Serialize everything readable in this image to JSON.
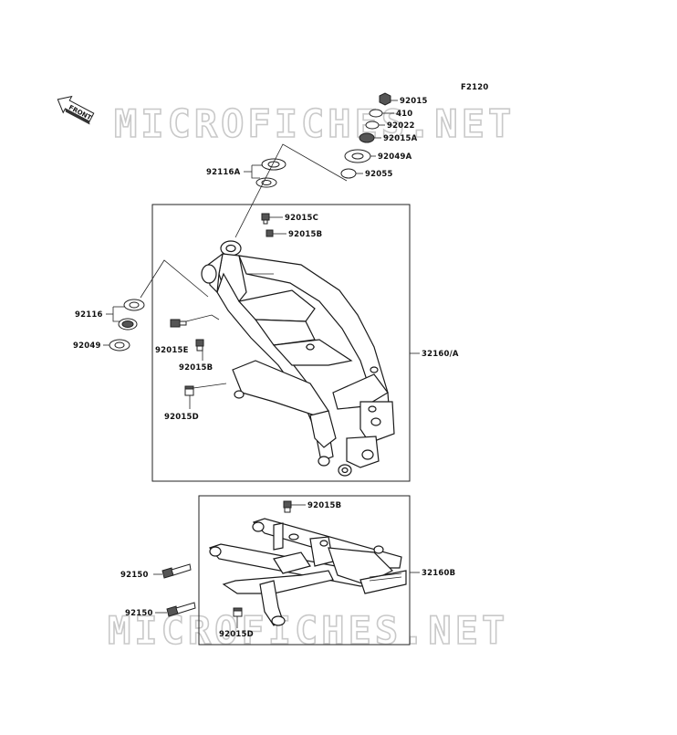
{
  "diagram_code": "F2120",
  "watermark": "MICROFICHES.NET",
  "front_marker": "FRONT",
  "labels": {
    "l92015": "92015",
    "l410": "410",
    "l92022": "92022",
    "l92015A": "92015A",
    "l92049A": "92049A",
    "l92055": "92055",
    "l92116A": "92116A",
    "l92015C": "92015C",
    "l92015B_top": "92015B",
    "l92116": "92116",
    "l92049": "92049",
    "l92015E": "92015E",
    "l92015B_mid": "92015B",
    "l92015D_mid": "92015D",
    "l32160A": "32160/A",
    "l92015B_sub": "92015B",
    "l92150_a": "92150",
    "l92150_b": "92150",
    "l92015D_sub": "92015D",
    "l32160B": "32160B"
  }
}
